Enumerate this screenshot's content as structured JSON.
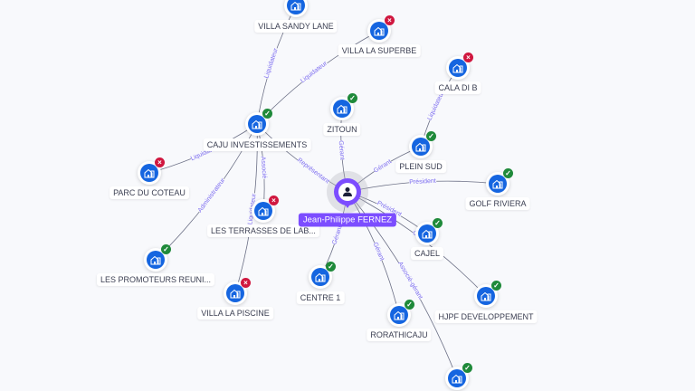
{
  "person": {
    "id": "person",
    "name": "Jean-Philippe FERNEZ",
    "icon": "person-icon"
  },
  "colors": {
    "company": "#1565e0",
    "person": "#7c4dff",
    "active": "#1f8a3a",
    "closed": "#d0173f",
    "edge": "#6b6f85",
    "edge_label": "#7c6cf0"
  },
  "companies": [
    {
      "id": "villa-sandy-lane",
      "label": "VILLA SANDY LANE",
      "status": "closed"
    },
    {
      "id": "villa-la-superbe",
      "label": "VILLA LA SUPERBE",
      "status": "closed"
    },
    {
      "id": "cala-di-b",
      "label": "CALA DI B",
      "status": "closed"
    },
    {
      "id": "zitoun",
      "label": "ZITOUN",
      "status": "active"
    },
    {
      "id": "caju",
      "label": "CAJU INVESTISSEMENTS",
      "status": "active"
    },
    {
      "id": "plein-sud",
      "label": "PLEIN SUD",
      "status": "active"
    },
    {
      "id": "parc-du-coteau",
      "label": "PARC DU COTEAU",
      "status": "closed"
    },
    {
      "id": "golf-riviera",
      "label": "GOLF RIVIERA",
      "status": "active"
    },
    {
      "id": "les-terrasses",
      "label": "LES TERRASSES DE LAB...",
      "status": "closed"
    },
    {
      "id": "cajel",
      "label": "CAJEL",
      "status": "active"
    },
    {
      "id": "promoteurs",
      "label": "LES PROMOTEURS REUNI...",
      "status": "active"
    },
    {
      "id": "centre-1",
      "label": "CENTRE 1",
      "status": "active"
    },
    {
      "id": "villa-la-piscine",
      "label": "VILLA LA PISCINE",
      "status": "closed"
    },
    {
      "id": "hjpf",
      "label": "HJPF DEVELOPPEMENT",
      "status": "active"
    },
    {
      "id": "rorathicaju",
      "label": "RORATHICAJU",
      "status": "active"
    },
    {
      "id": "unlabeled",
      "label": "",
      "status": "active"
    }
  ],
  "edges": [
    {
      "from": "caju",
      "to": "villa-sandy-lane",
      "label": "Liquidateur"
    },
    {
      "from": "caju",
      "to": "villa-la-superbe",
      "label": "Liquidateur"
    },
    {
      "from": "caju",
      "to": "parc-du-coteau",
      "label": "Liquidateur"
    },
    {
      "from": "caju",
      "to": "promoteurs",
      "label": "Administrateur"
    },
    {
      "from": "caju",
      "to": "les-terrasses",
      "label": "Associé"
    },
    {
      "from": "caju",
      "to": "villa-la-piscine",
      "label": "Liquidateur"
    },
    {
      "from": "person",
      "to": "caju",
      "label": "Représentant"
    },
    {
      "from": "person",
      "to": "zitoun",
      "label": "Gérant"
    },
    {
      "from": "person",
      "to": "plein-sud",
      "label": "Gérant"
    },
    {
      "from": "plein-sud",
      "to": "cala-di-b",
      "label": "Liquidateur"
    },
    {
      "from": "person",
      "to": "golf-riviera",
      "label": "Président"
    },
    {
      "from": "person",
      "to": "cajel",
      "label": "Président"
    },
    {
      "from": "person",
      "to": "centre-1",
      "label": "Gérant"
    },
    {
      "from": "person",
      "to": "rorathicaju",
      "label": "Gérant"
    },
    {
      "from": "person",
      "to": "hjpf",
      "label": "Gérant"
    },
    {
      "from": "person",
      "to": "unlabeled",
      "label": "Associé-gérant"
    }
  ]
}
